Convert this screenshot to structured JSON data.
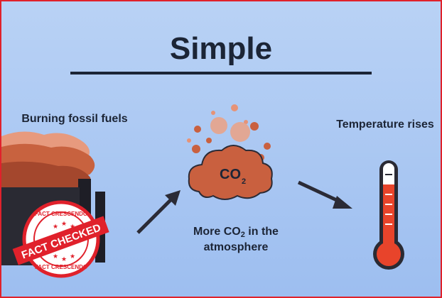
{
  "title": "Simple",
  "steps": {
    "fossil": {
      "label": "Burning fossil fuels"
    },
    "co2": {
      "label_before": "More CO",
      "label_sub": "2",
      "label_after": " in the atmosphere"
    },
    "temperature": {
      "label": "Temperature rises"
    }
  },
  "cloud": {
    "text": "CO",
    "sub": "2"
  },
  "badge": {
    "top_text": "FACT CRESCENDO",
    "main_text": "FACT CHECKED",
    "bottom_text": "FACT CRESCENDO"
  },
  "colors": {
    "background": "#a9c7f2",
    "border": "#e0212b",
    "smoke": "#c8623f",
    "cloud": "#c9603f",
    "thermometer_fill": "#e8442b",
    "badge_red": "#e0212b",
    "arrow": "#2b2b36"
  },
  "icons": [
    "smokestack-icon",
    "co2-cloud-icon",
    "thermometer-icon",
    "arrow-icon",
    "fact-checked-badge"
  ]
}
